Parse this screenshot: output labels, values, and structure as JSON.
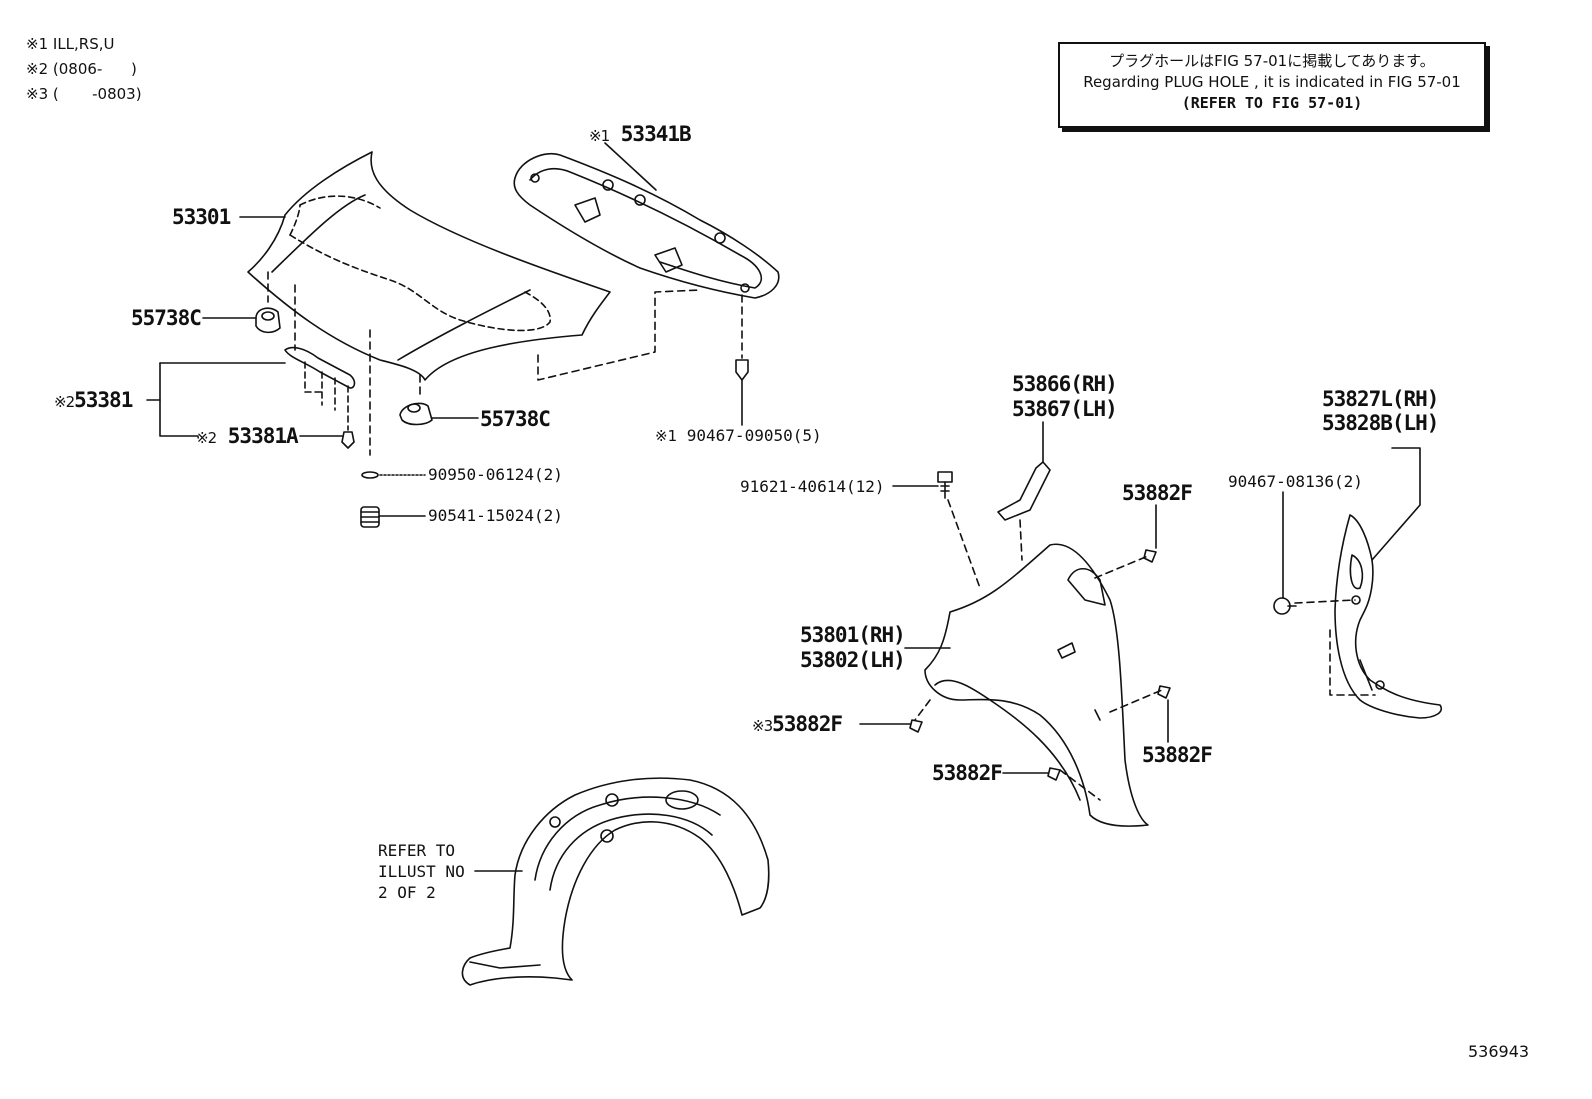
{
  "notes": [
    {
      "mark": "※1",
      "text": "ILL,RS,U"
    },
    {
      "mark": "※2",
      "text": "(0806-      )"
    },
    {
      "mark": "※3",
      "text": "(       -0803)"
    }
  ],
  "notice": {
    "line1": "プラグホールはFIG 57-01に掲載してあります。",
    "line2": "Regarding PLUG HOLE , it is indicated in FIG 57-01",
    "line3": "(REFER TO FIG 57-01)"
  },
  "labels": {
    "p53301": "53301",
    "p53341b": "53341B",
    "p53341b_mark": "※1",
    "p55738c_a": "55738C",
    "p53381": "53381",
    "p53381_mark": "※2",
    "p53381a": "53381A",
    "p53381a_mark": "※2",
    "p55738c_b": "55738C",
    "p90467_09050": "90467-09050(5)",
    "p90467_09050_mark": "※1",
    "p90950": "90950-06124(2)",
    "p90541": "90541-15024(2)",
    "p53866": "53866(RH)",
    "p53867": "53867(LH)",
    "p91621": "91621-40614(12)",
    "p53882f_a": "53882F",
    "p53801": "53801(RH)",
    "p53802": "53802(LH)",
    "p53882f_b": "53882F",
    "p53882f_b_mark": "※3",
    "p53882f_c": "53882F",
    "p53882f_d": "53882F",
    "p53827l": "53827L(RH)",
    "p53828b": "53828B(LH)",
    "p90467_08136": "90467-08136(2)"
  },
  "refer": {
    "line1": "REFER TO",
    "line2": "ILLUST NO",
    "line3": "2 OF 2"
  },
  "figure_number": "536943"
}
